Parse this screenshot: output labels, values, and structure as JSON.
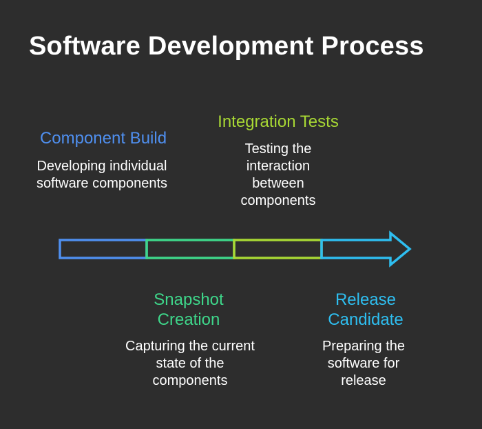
{
  "title": "Software Development Process",
  "stages": [
    {
      "title": "Component Build",
      "description": "Developing individual software components",
      "color": "#4f8fef"
    },
    {
      "title": "Snapshot Creation",
      "description": "Capturing the current state of the components",
      "color": "#3ed68a"
    },
    {
      "title": "Integration Tests",
      "description": "Testing the interaction between components",
      "color": "#a8d834"
    },
    {
      "title": "Release Candidate",
      "description": "Preparing the software for release",
      "color": "#2ebef0"
    }
  ]
}
